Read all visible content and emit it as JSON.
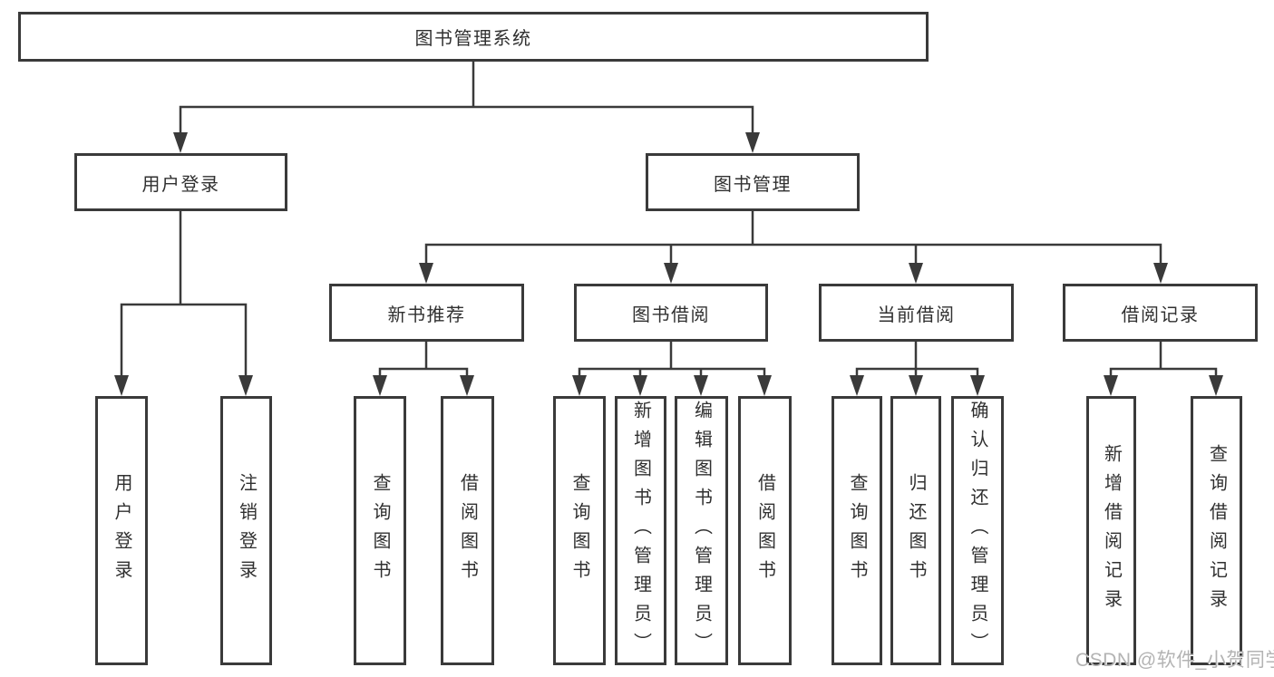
{
  "tree": {
    "root": {
      "label": "图书管理系统"
    },
    "branches": [
      {
        "label": "用户登录",
        "leaves": [
          {
            "label": "用户登录"
          },
          {
            "label": "注销登录"
          }
        ]
      },
      {
        "label": "图书管理",
        "children": [
          {
            "label": "新书推荐",
            "leaves": [
              {
                "label": "查询图书"
              },
              {
                "label": "借阅图书"
              }
            ]
          },
          {
            "label": "图书借阅",
            "leaves": [
              {
                "label": "查询图书"
              },
              {
                "label": "新增图书（管理员）"
              },
              {
                "label": "编辑图书（管理员）"
              },
              {
                "label": "借阅图书"
              }
            ]
          },
          {
            "label": "当前借阅",
            "leaves": [
              {
                "label": "查询图书"
              },
              {
                "label": "归还图书"
              },
              {
                "label": "确认归还（管理员）"
              }
            ]
          },
          {
            "label": "借阅记录",
            "leaves": [
              {
                "label": "新增借阅记录"
              },
              {
                "label": "查询借阅记录"
              }
            ]
          }
        ]
      }
    ]
  },
  "watermark": {
    "text": "CSDN @软件_小贺同学"
  },
  "colors": {
    "line": "#3a3a3a",
    "box_border": "#3a3a3a",
    "box_fill": "#ffffff",
    "text": "#303030",
    "watermark": "#b3b3b3",
    "background": "#ffffff"
  }
}
